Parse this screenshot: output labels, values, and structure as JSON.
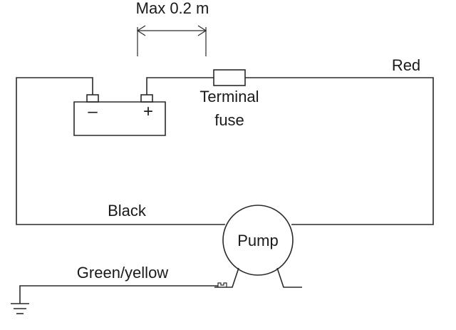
{
  "labels": {
    "max_distance": "Max 0.2 m",
    "red": "Red",
    "terminal": "Terminal",
    "fuse": "fuse",
    "black": "Black",
    "pump": "Pump",
    "green_yellow": "Green/yellow",
    "minus": "–",
    "plus": "+"
  },
  "colors": {
    "line": "#2a2a2a",
    "text": "#1a1a1a",
    "background": "#ffffff"
  }
}
